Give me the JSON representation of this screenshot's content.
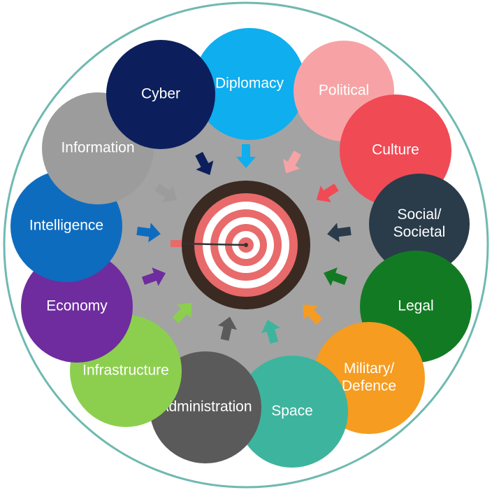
{
  "nodes": [
    {
      "id": "diplomacy",
      "lines": [
        "Diplomacy"
      ],
      "color": "#0EAEEF"
    },
    {
      "id": "political",
      "lines": [
        "Political"
      ],
      "color": "#F7A3A5"
    },
    {
      "id": "culture",
      "lines": [
        "Culture"
      ],
      "color": "#F04A55"
    },
    {
      "id": "social",
      "lines": [
        "Social/",
        "Societal"
      ],
      "color": "#2A3B4A"
    },
    {
      "id": "legal",
      "lines": [
        "Legal"
      ],
      "color": "#137A24"
    },
    {
      "id": "military",
      "lines": [
        "Military/",
        "Defence"
      ],
      "color": "#F59C21"
    },
    {
      "id": "space",
      "lines": [
        "Space"
      ],
      "color": "#3DB49E"
    },
    {
      "id": "administration",
      "lines": [
        "Administration"
      ],
      "color": "#5A5A5A"
    },
    {
      "id": "infrastructure",
      "lines": [
        "Infrastructure"
      ],
      "color": "#8CCF4E"
    },
    {
      "id": "economy",
      "lines": [
        "Economy"
      ],
      "color": "#6E2C9E"
    },
    {
      "id": "intelligence",
      "lines": [
        "Intelligence"
      ],
      "color": "#0E6CBF"
    },
    {
      "id": "information",
      "lines": [
        "Information"
      ],
      "color": "#9C9C9C"
    },
    {
      "id": "cyber",
      "lines": [
        "Cyber"
      ],
      "color": "#0C1F5C"
    }
  ],
  "colors": {
    "outer_ring": "#6FB9B0",
    "inner_disc": "#A3A3A3",
    "target_ring": "#3A2A22",
    "target_red": "#E86A6A",
    "target_white": "#FFFFFF",
    "dart": "#333333"
  }
}
